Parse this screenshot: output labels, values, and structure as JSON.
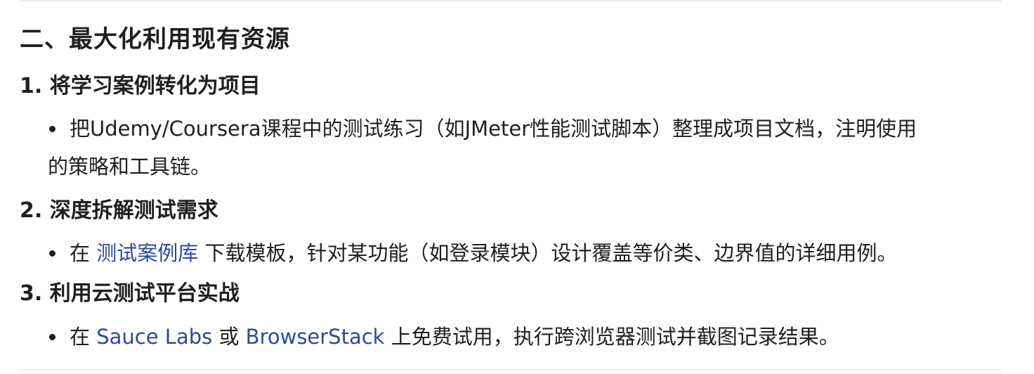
{
  "heading": "二、最大化利用现有资源",
  "sections": [
    {
      "title": "1. 将学习案例转化为项目",
      "bullet": {
        "line1": "把Udemy/Coursera课程中的测试练习（如JMeter性能测试脚本）整理成项目文档，注明使用",
        "line2": "的策略和工具链。"
      }
    },
    {
      "title": "2. 深度拆解测试需求",
      "bullet": {
        "prefix": "在 ",
        "link": "测试案例库",
        "suffix": " 下载模板，针对某功能（如登录模块）设计覆盖等价类、边界值的详细用例。"
      }
    },
    {
      "title": "3. 利用云测试平台实战",
      "bullet": {
        "prefix": "在 ",
        "link1": "Sauce Labs",
        "middle": " 或 ",
        "link2": "BrowserStack",
        "suffix": " 上免费试用，执行跨浏览器测试并截图记录结果。"
      }
    }
  ],
  "colors": {
    "text": "#1f1f1f",
    "link": "#2c4a9a",
    "rule": "#ededed"
  }
}
